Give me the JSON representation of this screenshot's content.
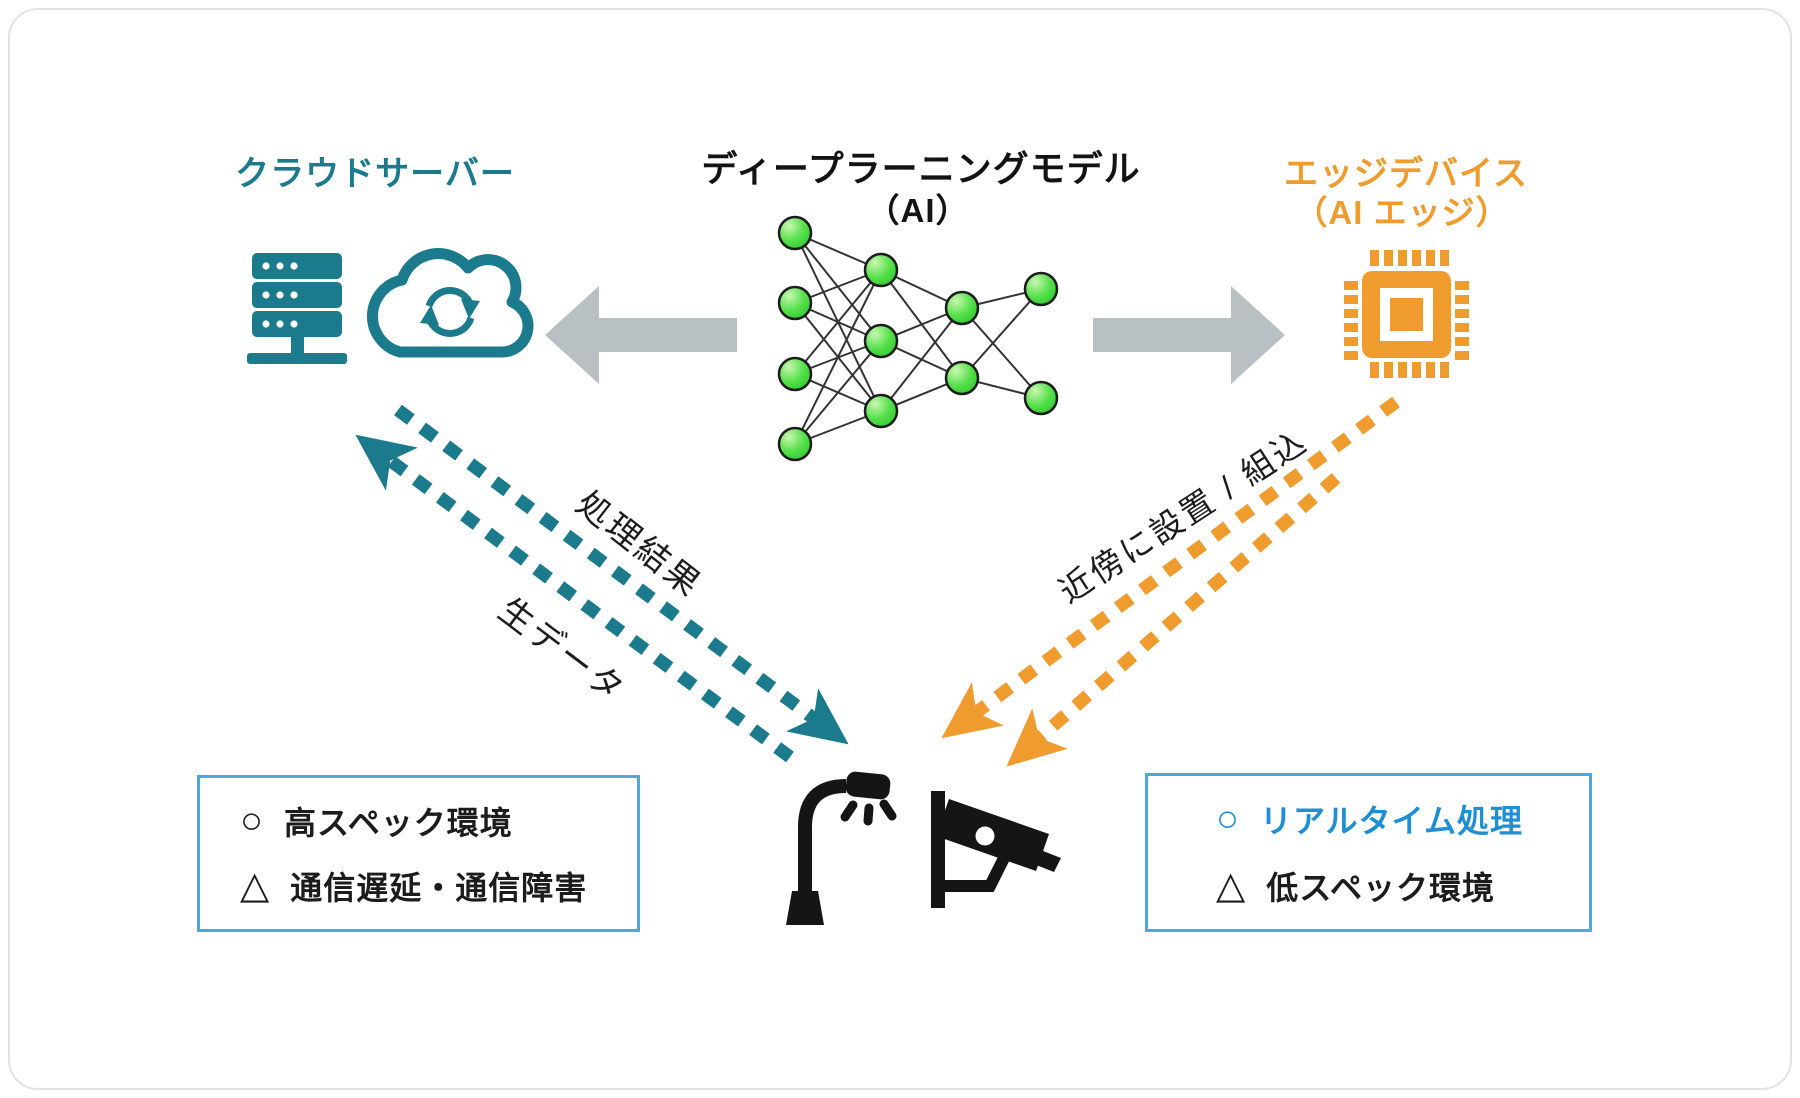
{
  "diagram": {
    "cloud_server": {
      "title": "クラウドサーバー"
    },
    "ai_model": {
      "title": "ディープラーニングモデル",
      "subtitle": "（AI）"
    },
    "edge_device": {
      "title": "エッジデバイス",
      "subtitle": "（AI エッジ）"
    },
    "neural_network": {
      "layers": [
        4,
        3,
        2,
        2
      ]
    },
    "flows": {
      "from_cloud_label": "処理結果",
      "to_cloud_label": "生データ",
      "edge_label": "近傍に設置 / 組込"
    },
    "callouts": {
      "cloud": {
        "items": [
          {
            "symbol": "○",
            "text": "高スペック環境"
          },
          {
            "symbol": "△",
            "text": "通信遅延・通信障害"
          }
        ]
      },
      "edge": {
        "items": [
          {
            "symbol": "○",
            "text": "リアルタイム処理"
          },
          {
            "symbol": "△",
            "text": "低スペック環境"
          }
        ]
      }
    },
    "colors": {
      "teal": "#1b7a8b",
      "orange": "#f09b2e",
      "blue_accent": "#1e8fd5",
      "box_border": "#4fa8da",
      "gray_arrow": "#b9c0c3",
      "node_green": "#44dc3a"
    }
  }
}
